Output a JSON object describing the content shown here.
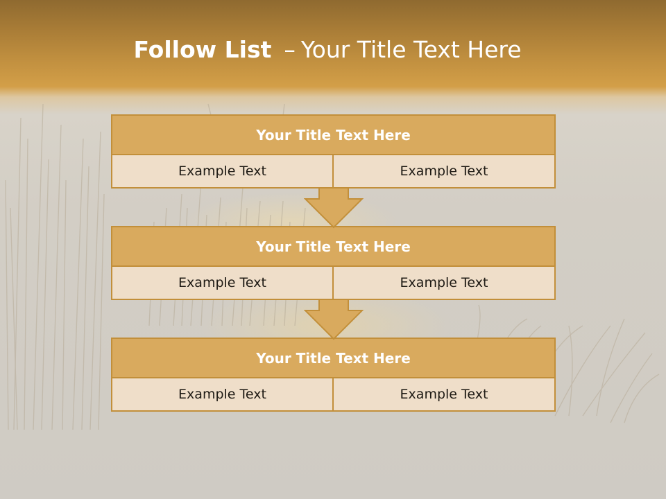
{
  "slide": {
    "title_bold": "Follow List",
    "title_separator": "–",
    "title_rest": "Your Title Text Here"
  },
  "steps": [
    {
      "header": "Your Title Text Here",
      "left": "Example Text",
      "right": "Example Text"
    },
    {
      "header": "Your Title Text Here",
      "left": "Example Text",
      "right": "Example Text"
    },
    {
      "header": "Your Title Text Here",
      "left": "Example Text",
      "right": "Example Text"
    }
  ],
  "colors": {
    "header_fill": "#d9aa5e",
    "cell_fill": "#efdec9",
    "border": "#c28f3a",
    "arrow_fill": "#d9aa5e"
  },
  "icons": {
    "arrow": "down-arrow-icon"
  }
}
